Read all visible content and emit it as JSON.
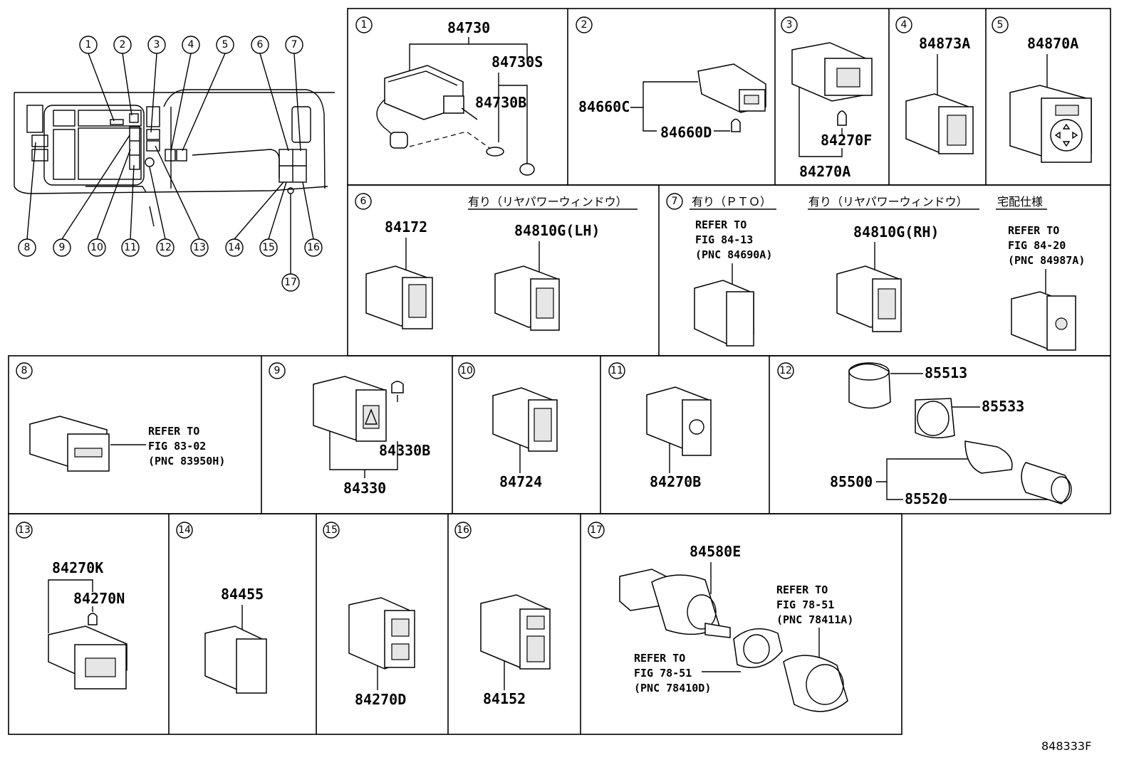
{
  "figure_code": "848333F",
  "overview_callouts": [
    "1",
    "2",
    "3",
    "4",
    "5",
    "6",
    "7",
    "8",
    "9",
    "10",
    "11",
    "12",
    "13",
    "14",
    "15",
    "16",
    "17"
  ],
  "panels": {
    "p1": {
      "num": "1",
      "parts": [
        "84730",
        "84730S",
        "84730B"
      ]
    },
    "p2": {
      "num": "2",
      "parts": [
        "84660C",
        "84660D"
      ]
    },
    "p3": {
      "num": "3",
      "parts": [
        "84270F",
        "84270A"
      ]
    },
    "p4": {
      "num": "4",
      "parts": [
        "84873A"
      ]
    },
    "p5": {
      "num": "5",
      "parts": [
        "84870A"
      ]
    },
    "p6": {
      "num": "6",
      "note": "有り（リヤパワーウィンドウ）",
      "parts": [
        "84172",
        "84810G(LH)"
      ]
    },
    "p7": {
      "num": "7",
      "note1": "有り（ＰＴＯ）",
      "note2": "有り（リヤパワーウィンドウ）",
      "note3": "宅配仕様",
      "parts": [
        "84810G(RH)"
      ],
      "ref1": [
        "REFER TO",
        "FIG 84-13",
        "(PNC 84690A)"
      ],
      "ref2": [
        "REFER TO",
        "FIG 84-20",
        "(PNC 84987A)"
      ]
    },
    "p8": {
      "num": "8",
      "ref": [
        "REFER TO",
        "FIG 83-02",
        "(PNC 83950H)"
      ]
    },
    "p9": {
      "num": "9",
      "parts": [
        "84330B",
        "84330"
      ]
    },
    "p10": {
      "num": "10",
      "parts": [
        "84724"
      ]
    },
    "p11": {
      "num": "11",
      "parts": [
        "84270B"
      ]
    },
    "p12": {
      "num": "12",
      "parts": [
        "85513",
        "85533",
        "85500",
        "85520"
      ]
    },
    "p13": {
      "num": "13",
      "parts": [
        "84270K",
        "84270N"
      ]
    },
    "p14": {
      "num": "14",
      "parts": [
        "84455"
      ]
    },
    "p15": {
      "num": "15",
      "parts": [
        "84270D"
      ]
    },
    "p16": {
      "num": "16",
      "parts": [
        "84152"
      ]
    },
    "p17": {
      "num": "17",
      "parts": [
        "84580E"
      ],
      "ref1": [
        "REFER TO",
        "FIG 78-51",
        "(PNC 78411A)"
      ],
      "ref2": [
        "REFER TO",
        "FIG 78-51",
        "(PNC 78410D)"
      ]
    }
  }
}
